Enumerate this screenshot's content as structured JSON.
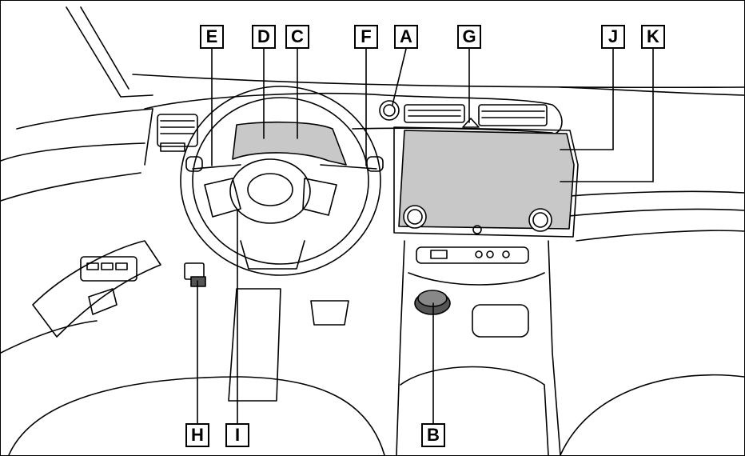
{
  "diagram": {
    "callouts": {
      "A": "A",
      "B": "B",
      "C": "C",
      "D": "D",
      "E": "E",
      "F": "F",
      "G": "G",
      "H": "H",
      "I": "I",
      "J": "J",
      "K": "K"
    },
    "colors": {
      "line": "#000000",
      "highlight_fill": "#c8c8c8",
      "background": "#ffffff"
    },
    "icons": [
      "steering-wheel-icon",
      "display-screen-icon",
      "dial-knob-icon",
      "switch-icon"
    ]
  }
}
